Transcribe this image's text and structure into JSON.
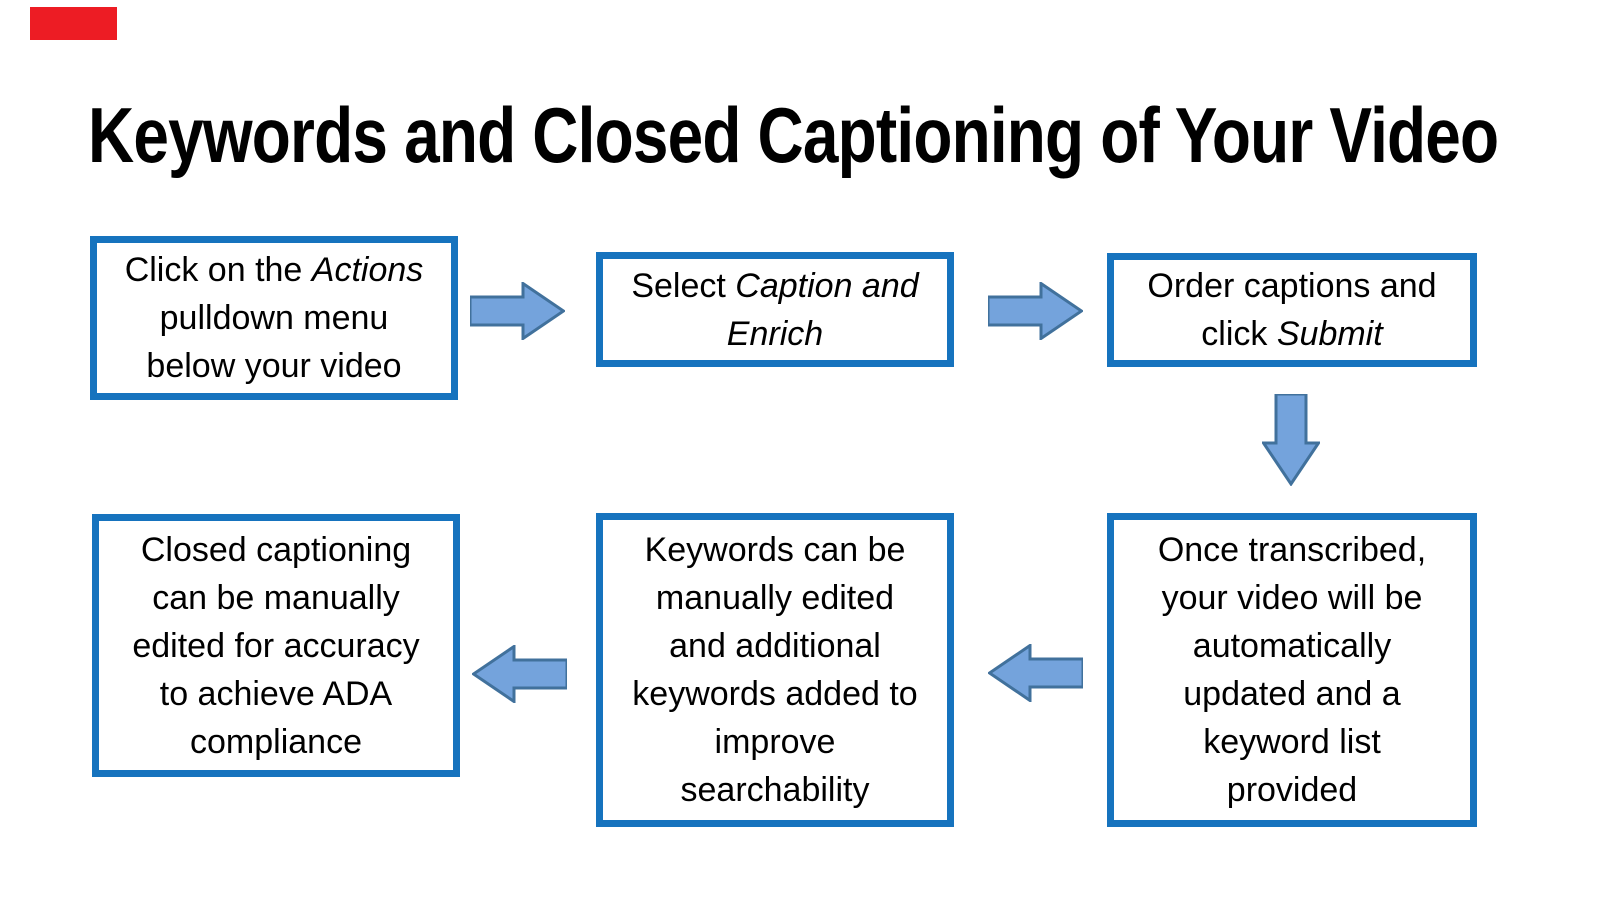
{
  "slide": {
    "title": "Keywords and Closed Captioning of Your Video"
  },
  "colors": {
    "background": "#FFFFFF",
    "text": "#000000",
    "box_border": "#1673BE",
    "arrow_fill": "#74A3DC",
    "arrow_stroke": "#41719C",
    "marker_red": "#ED1C24"
  },
  "steps": [
    {
      "pre": "Click on the ",
      "em": "Actions",
      "post": "\npulldown menu\nbelow your video"
    },
    {
      "pre": "Select ",
      "em": "Caption and\nEnrich",
      "post": ""
    },
    {
      "pre": "Order captions and\nclick ",
      "em": "Submit",
      "post": ""
    },
    {
      "pre": "Once transcribed,\nyour video will be\nautomatically\nupdated and a\nkeyword list\nprovided",
      "em": "",
      "post": ""
    },
    {
      "pre": "Keywords can be\nmanually edited\nand additional\nkeywords added to\nimprove\nsearchability",
      "em": "",
      "post": ""
    },
    {
      "pre": "Closed captioning\ncan be manually\nedited for accuracy\nto achieve ADA\ncompliance",
      "em": "",
      "post": ""
    }
  ],
  "connectors": [
    {
      "icon": "arrow-right-icon"
    },
    {
      "icon": "arrow-right-icon"
    },
    {
      "icon": "arrow-down-icon"
    },
    {
      "icon": "arrow-left-icon"
    },
    {
      "icon": "arrow-left-icon"
    }
  ]
}
